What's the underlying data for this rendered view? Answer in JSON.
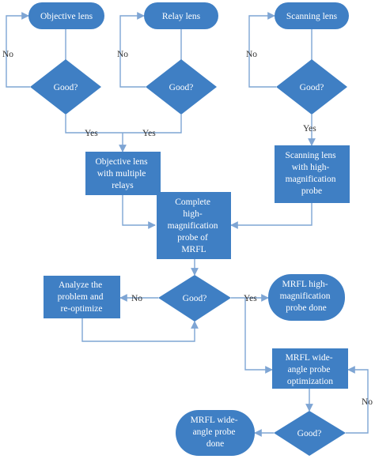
{
  "nodes": {
    "objective_lens": "Objective lens",
    "relay_lens": "Relay lens",
    "scanning_lens": "Scanning lens",
    "check_objective": "Good?",
    "check_relay": "Good?",
    "check_scanning": "Good?",
    "objective_multiple_relays": [
      "Objective lens",
      "with multiple",
      "relays"
    ],
    "scanning_high_mag_probe": [
      "Scanning lens",
      "with high-",
      "magnification",
      "probe"
    ],
    "complete_probe": [
      "Complete",
      "high-",
      "magnification",
      "probe of",
      "MRFL"
    ],
    "analyze_reoptimize": [
      "Analyze the",
      "problem and",
      "re-optimize"
    ],
    "check_main": "Good?",
    "mrfl_high_done": [
      "MRFL high-",
      "magnification",
      "probe done"
    ],
    "wide_angle_optimization": [
      "MRFL wide-",
      "angle probe",
      "optimization"
    ],
    "check_wide": "Good?",
    "mrfl_wide_done": [
      "MRFL wide-",
      "angle probe",
      "done"
    ]
  },
  "edge_labels": {
    "objective_no": "No",
    "relay_no": "No",
    "scanning_no": "No",
    "objective_yes": "Yes",
    "relay_yes": "Yes",
    "scanning_yes": "Yes",
    "main_no": "No",
    "main_yes": "Yes",
    "wide_no": "No"
  },
  "colors": {
    "shape_fill": "#3f7fc4",
    "line": "#7ea5d4",
    "shape_text": "#ffffff"
  }
}
